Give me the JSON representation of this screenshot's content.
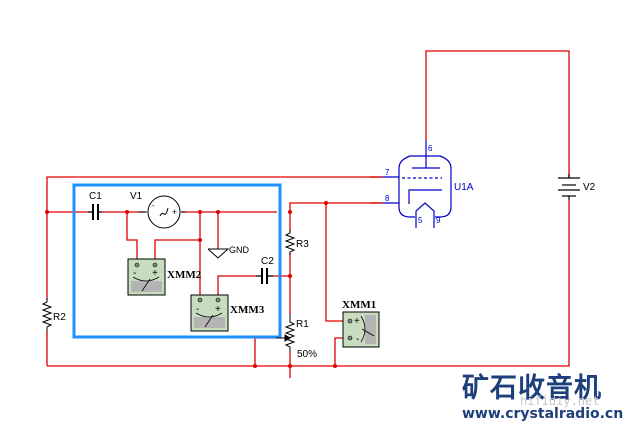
{
  "schematic": {
    "colors": {
      "wire": "#e00000",
      "component": "#000000",
      "tube": "#0000cc",
      "highlight_box": "#1e90ff",
      "meter_body": "#c8dcc0"
    },
    "components": {
      "c1": {
        "label": "C1"
      },
      "c2": {
        "label": "C2"
      },
      "v1": {
        "label": "V1",
        "minus": "-",
        "plus": "+"
      },
      "v2": {
        "label": "V2"
      },
      "r1": {
        "label": "R1",
        "setting": "50%"
      },
      "r2": {
        "label": "R2"
      },
      "r3": {
        "label": "R3"
      },
      "gnd": {
        "label": "GND"
      },
      "u1a": {
        "label": "U1A",
        "pins": {
          "anode": "6",
          "grid": "7",
          "cathode": "8",
          "heater_a": "5",
          "heater_b": "9"
        }
      },
      "xmm1": {
        "label": "XMM1",
        "plus": "+",
        "minus": "-"
      },
      "xmm2": {
        "label": "XMM2",
        "plus": "+",
        "minus": "-"
      },
      "xmm3": {
        "label": "XMM3",
        "plus": "+",
        "minus": "-"
      }
    }
  },
  "watermark": {
    "title_cn": "矿石收音机",
    "subtitle": "hifidiy.net",
    "url": "www.crystalradio.cn"
  }
}
